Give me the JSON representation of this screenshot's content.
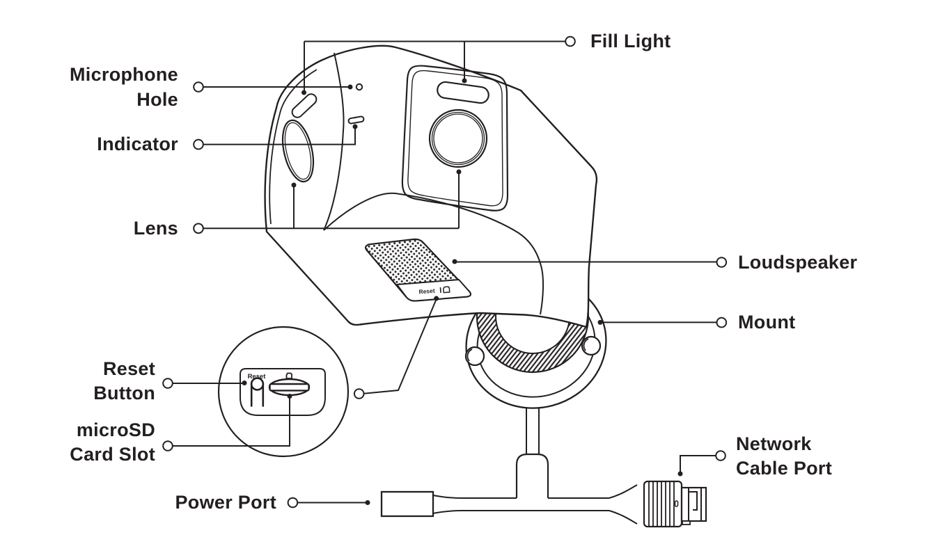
{
  "diagram": {
    "subject": "security camera parts diagram",
    "colors": {
      "ink": "#231f20",
      "background": "#ffffff"
    },
    "labels": {
      "fill_light": {
        "text": "Fill Light"
      },
      "microphone_hole": {
        "line1": "Microphone",
        "line2": "Hole"
      },
      "indicator": {
        "text": "Indicator"
      },
      "lens": {
        "text": "Lens"
      },
      "loudspeaker": {
        "text": "Loudspeaker"
      },
      "mount": {
        "text": "Mount"
      },
      "network_cable_port": {
        "line1": "Network",
        "line2": "Cable Port"
      },
      "power_port": {
        "text": "Power Port"
      },
      "reset_button": {
        "line1": "Reset",
        "line2": "Button"
      },
      "microsd_card_slot": {
        "line1": "microSD",
        "line2": "Card Slot"
      }
    },
    "device_markings": {
      "inset_reset": "Reset",
      "bottom_plate_reset": "Reset"
    }
  }
}
